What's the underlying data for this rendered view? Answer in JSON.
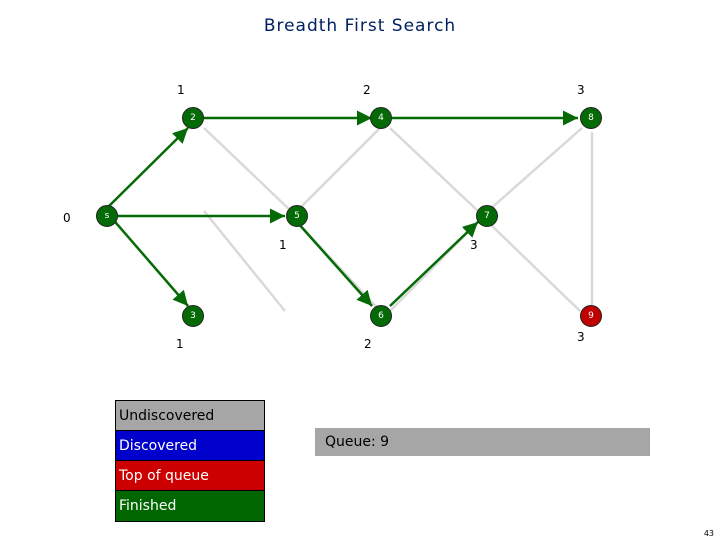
{
  "slide": {
    "title": "Breadth First Search",
    "page_number": "43"
  },
  "graph": {
    "nodes": [
      {
        "id": "s",
        "label": "s",
        "color": "green",
        "dist": "0",
        "dist_pos": "left"
      },
      {
        "id": "2",
        "label": "2",
        "color": "green",
        "dist": "1",
        "dist_pos": "top"
      },
      {
        "id": "3",
        "label": "3",
        "color": "green",
        "dist": "1",
        "dist_pos": "bottom"
      },
      {
        "id": "4",
        "label": "4",
        "color": "green",
        "dist": "2",
        "dist_pos": "top"
      },
      {
        "id": "5",
        "label": "5",
        "color": "green",
        "dist": "1",
        "dist_pos": "bottom"
      },
      {
        "id": "6",
        "label": "6",
        "color": "green",
        "dist": "2",
        "dist_pos": "bottom"
      },
      {
        "id": "7",
        "label": "7",
        "color": "green",
        "dist": "3",
        "dist_pos": "bottom"
      },
      {
        "id": "8",
        "label": "8",
        "color": "green",
        "dist": "3",
        "dist_pos": "top"
      },
      {
        "id": "9",
        "label": "9",
        "color": "red",
        "dist": "3",
        "dist_pos": "bottom"
      }
    ],
    "level_labels": [
      "0",
      "1",
      "2",
      "3"
    ]
  },
  "legend": {
    "items": [
      {
        "label": "Undiscovered",
        "color": "#a6a6a6"
      },
      {
        "label": "Discovered",
        "color": "#0000cc"
      },
      {
        "label": "Top of queue",
        "color": "#cc0000"
      },
      {
        "label": "Finished",
        "color": "#006600"
      }
    ]
  },
  "queue": {
    "text": "Queue: 9"
  }
}
